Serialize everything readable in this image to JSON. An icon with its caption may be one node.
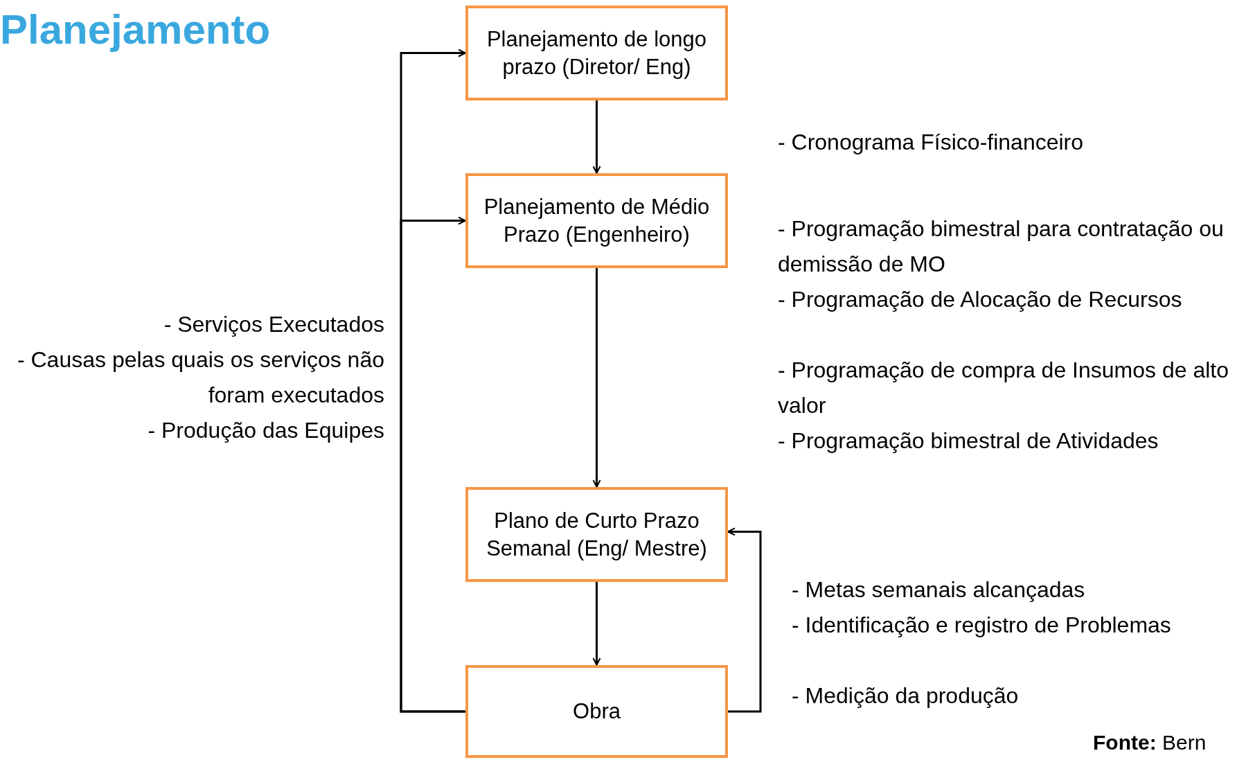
{
  "diagram": {
    "title": "Planejamento",
    "nodes": [
      {
        "text": [
          "Planejamento de longo prazo (Diretor/ Eng)"
        ]
      },
      {
        "text": [
          "Planejamento de Médio Prazo (Engenheiro)"
        ]
      },
      {
        "text": [
          "Plano de Curto Prazo Semanal (Eng/ Mestre)"
        ]
      },
      {
        "text": [
          "Obra"
        ]
      }
    ],
    "edges": [
      {
        "from": 0,
        "to": 1,
        "arrow": "to"
      },
      {
        "from": 1,
        "to": 2,
        "arrow": "to"
      },
      {
        "from": 2,
        "to": 3,
        "arrow": "to"
      },
      {
        "from": 3,
        "to": 0,
        "arrow": "to"
      },
      {
        "from": 3,
        "to": 1,
        "arrow": "to"
      },
      {
        "from": 3,
        "to": 2,
        "arrow": "to"
      }
    ],
    "labels": [
      "- Cronograma Físico-financeiro",
      "- Programação bimestral para contratação ou demissão de MO",
      "- Programação de Alocação de Recursos",
      "- Programação de compra de Insumos de alto valor",
      "- Programação bimestral de Atividades",
      "- Serviços Executados",
      "- Causas pelas quais os serviços não foram executados",
      "- Produção das Equipes",
      "- Metas semanais alcançadas",
      "- Identificação e registro de Problemas",
      "- Medição da produção",
      "**Fonte:** Bern"
    ]
  }
}
